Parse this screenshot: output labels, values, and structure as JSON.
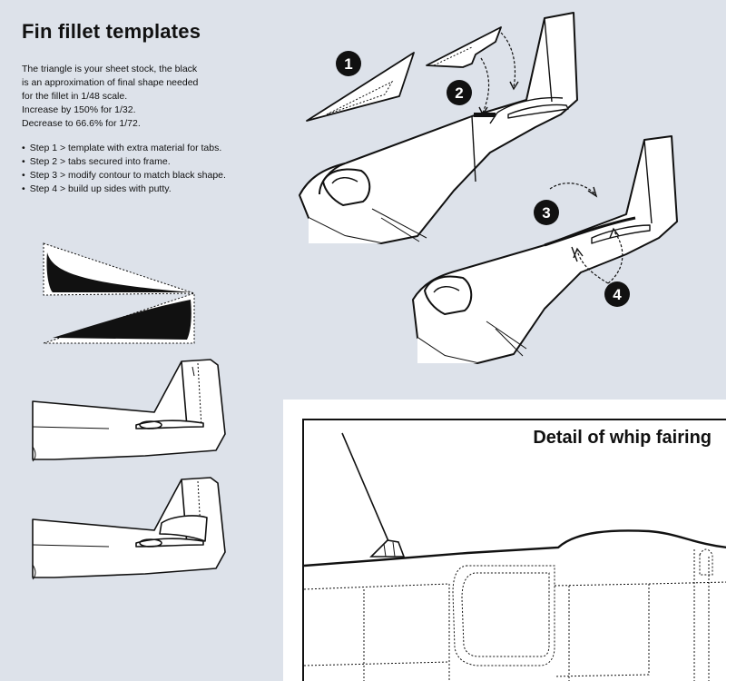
{
  "title": "Fin fillet templates",
  "intro_lines": [
    "The triangle is your sheet stock, the black",
    "is an approximation of final shape needed",
    "for the fillet in 1/48 scale.",
    "Increase by 150% for 1/32.",
    "Decrease to 66.6% for 1/72."
  ],
  "steps": [
    "Step 1 > template with extra material for tabs.",
    "Step 2 > tabs secured into frame.",
    "Step 3 > modify contour to match black shape.",
    "Step 4 > build up sides with putty."
  ],
  "badges": [
    "1",
    "2",
    "3",
    "4"
  ],
  "detail_title": "Detail of whip fairing"
}
